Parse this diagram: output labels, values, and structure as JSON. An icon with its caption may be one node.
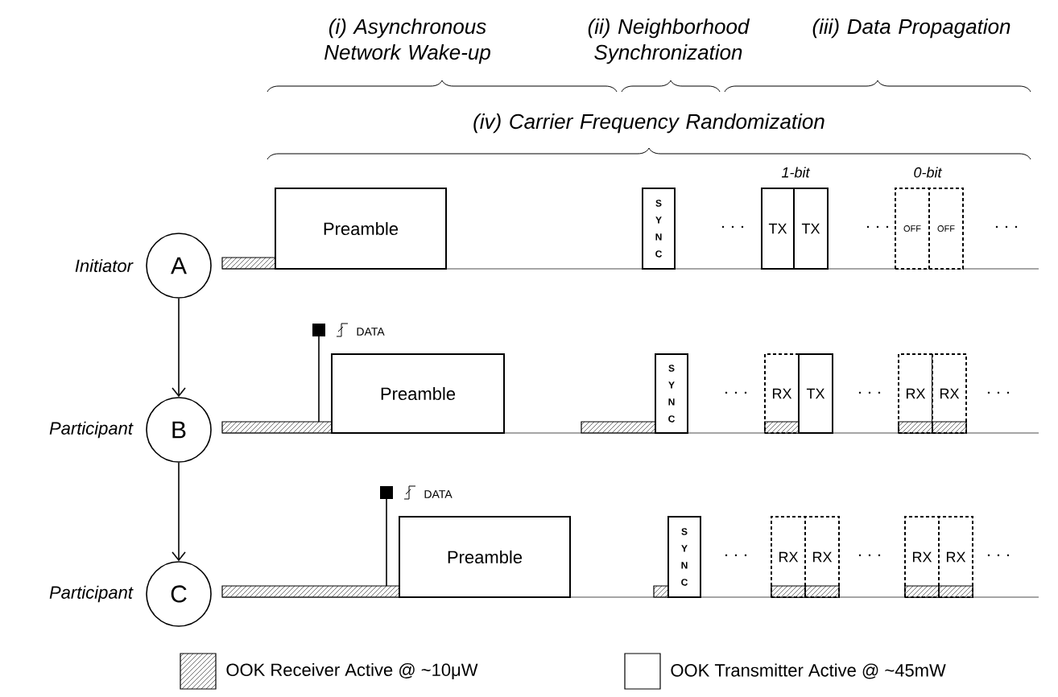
{
  "diagram": {
    "nodes": [
      {
        "text": [
          "A"
        ],
        "beside": [
          "Initiator"
        ]
      },
      {
        "text": [
          "B"
        ],
        "beside": [
          "Participant"
        ]
      },
      {
        "text": [
          "C"
        ],
        "beside": [
          "Participant"
        ]
      },
      {
        "text": [
          "Preamble"
        ]
      },
      {
        "text": [
          "S Y N C"
        ]
      },
      {
        "text": [
          "TX"
        ]
      },
      {
        "text": [
          "TX"
        ]
      },
      {
        "text": [
          "OFF"
        ]
      },
      {
        "text": [
          "OFF"
        ]
      },
      {
        "text": [
          "Preamble"
        ]
      },
      {
        "text": [
          "S Y N C"
        ]
      },
      {
        "text": [
          "RX"
        ]
      },
      {
        "text": [
          "TX"
        ]
      },
      {
        "text": [
          "RX"
        ]
      },
      {
        "text": [
          "RX"
        ]
      },
      {
        "text": [
          "Preamble"
        ]
      },
      {
        "text": [
          "S Y N C"
        ]
      },
      {
        "text": [
          "RX"
        ]
      },
      {
        "text": [
          "RX"
        ]
      },
      {
        "text": [
          "RX"
        ]
      },
      {
        "text": [
          "RX"
        ]
      }
    ],
    "edges": [
      {
        "from": 0,
        "to": 1,
        "arrow": "to"
      },
      {
        "from": 1,
        "to": 2,
        "arrow": "to"
      }
    ],
    "labels": [
      "(i) Asynchronous Network Wake-up",
      "(ii) Neighborhood Synchronization",
      "(iii) Data Propagation",
      "(iv) Carrier Frequency Randomization",
      "1-bit",
      "0-bit",
      "DATA",
      "DATA"
    ],
    "legend": [
      {
        "text": "OOK Receiver Active @ ~10μW"
      },
      {
        "text": "OOK Transmitter Active @ ~45mW"
      }
    ]
  }
}
